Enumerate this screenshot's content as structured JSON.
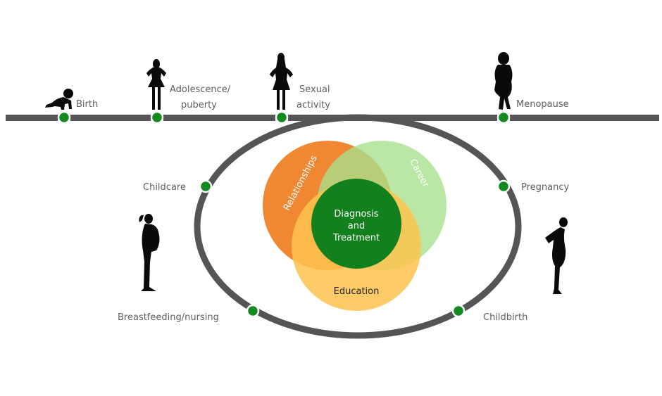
{
  "colors": {
    "track": "#555555",
    "node": "#138a1e",
    "node_ring": "#ffffff",
    "label_text": "#5f5f5f",
    "relationships": "#ee7d22",
    "career": "#a6e08c",
    "education": "#fdc34d",
    "center": "#12801d",
    "center_text": "#ffffff",
    "education_text": "#222222"
  },
  "timeline": {
    "stages": [
      {
        "id": "birth",
        "label_lines": [
          "Birth"
        ],
        "icon": "crawling-baby-icon"
      },
      {
        "id": "adolescence",
        "label_lines": [
          "Adolescence/",
          "puberty"
        ],
        "icon": "girl-silhouette-icon"
      },
      {
        "id": "sexual-activity",
        "label_lines": [
          "Sexual",
          "activity"
        ],
        "icon": "young-woman-silhouette-icon"
      },
      {
        "id": "menopause",
        "label_lines": [
          "Menopause"
        ],
        "icon": "older-woman-silhouette-icon"
      }
    ]
  },
  "cycle": {
    "stages": [
      {
        "id": "pregnancy",
        "label": "Pregnancy"
      },
      {
        "id": "childbirth",
        "label": "Childbirth"
      },
      {
        "id": "breastfeeding",
        "label": "Breastfeeding/nursing"
      },
      {
        "id": "childcare",
        "label": "Childcare"
      }
    ],
    "icons": [
      "mother-with-baby-silhouette-icon",
      "pregnant-woman-silhouette-icon"
    ]
  },
  "venn": {
    "relationships": "Relationships",
    "career": "Career",
    "education": "Education",
    "center_lines": [
      "Diagnosis",
      "and",
      "Treatment"
    ]
  }
}
